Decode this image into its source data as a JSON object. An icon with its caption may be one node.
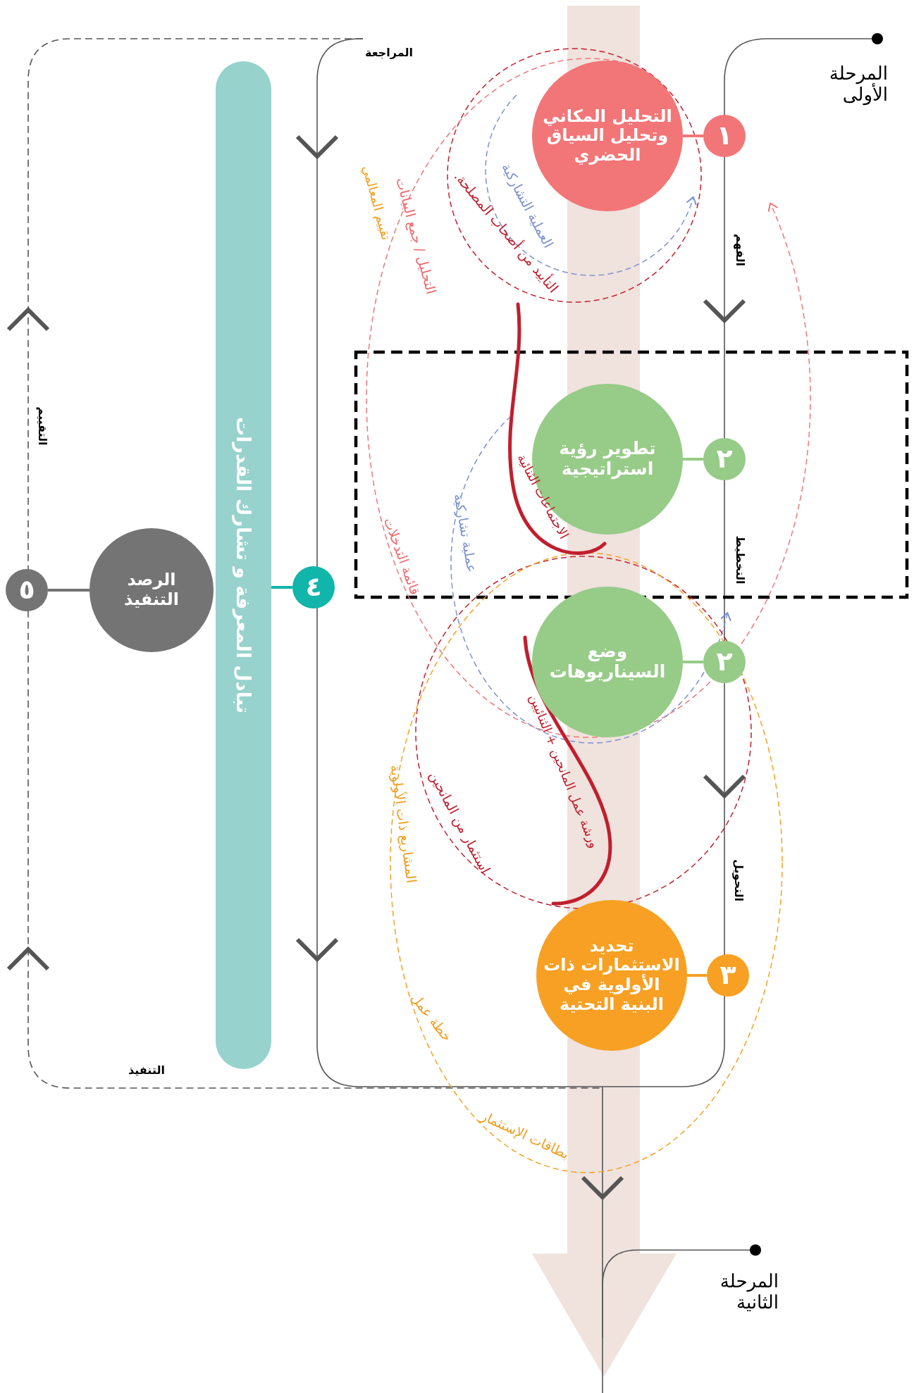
{
  "diagram": {
    "nodes": [
      {
        "text": [
          "التحليل المكاني وتحليل السياق الحضري"
        ]
      },
      {
        "text": [
          "١"
        ]
      },
      {
        "text": [
          "تطوير رؤية استراتيجية"
        ]
      },
      {
        "text": [
          "٢"
        ]
      },
      {
        "text": [
          "وضع السيناريوهات"
        ]
      },
      {
        "text": [
          "٢"
        ]
      },
      {
        "text": [
          "تحديد الاستثمارات ذات الأولوية في البنية التحتية"
        ]
      },
      {
        "text": [
          "٣"
        ]
      },
      {
        "text": [
          "تبادل المعرفة و تشارك القدرات"
        ]
      },
      {
        "text": [
          "٤"
        ]
      },
      {
        "text": [
          "الرصد التنفيذ"
        ]
      },
      {
        "text": [
          "٥"
        ]
      }
    ],
    "edges": [
      {
        "from": 0,
        "to": 1,
        "arrow": "none",
        "color": "#f27678"
      },
      {
        "from": 2,
        "to": 3,
        "arrow": "none",
        "color": "#97cb88"
      },
      {
        "from": 4,
        "to": 5,
        "arrow": "none",
        "color": "#97cb88"
      },
      {
        "from": 6,
        "to": 7,
        "arrow": "none",
        "color": "#f7a024"
      },
      {
        "from": 8,
        "to": 9,
        "arrow": "none",
        "color": "#12b5aa"
      },
      {
        "from": 10,
        "to": 11,
        "arrow": "none",
        "color": "#747474"
      }
    ],
    "labels": [
      "المرحلة الأولى",
      "المراجعة",
      "العملية التشاركية",
      "التأييد من أصحاب المصلحة.",
      "تقييم المعالمي",
      "التحليل / جمع البيانات",
      "الفهم",
      "التقييم",
      "الاجتماعات الثنائية",
      "عملية تشاركية",
      "قائمة التدخلات",
      "التخطيط",
      "ورشة عمل المانحين + الثنائيين",
      "استثمار من المانحين",
      "المشاريع ذات الأولوية",
      "التحويل",
      "خطة عمل",
      "التنفيذ",
      "بطاقات الإستثمار",
      "المرحلة الثانية"
    ]
  }
}
